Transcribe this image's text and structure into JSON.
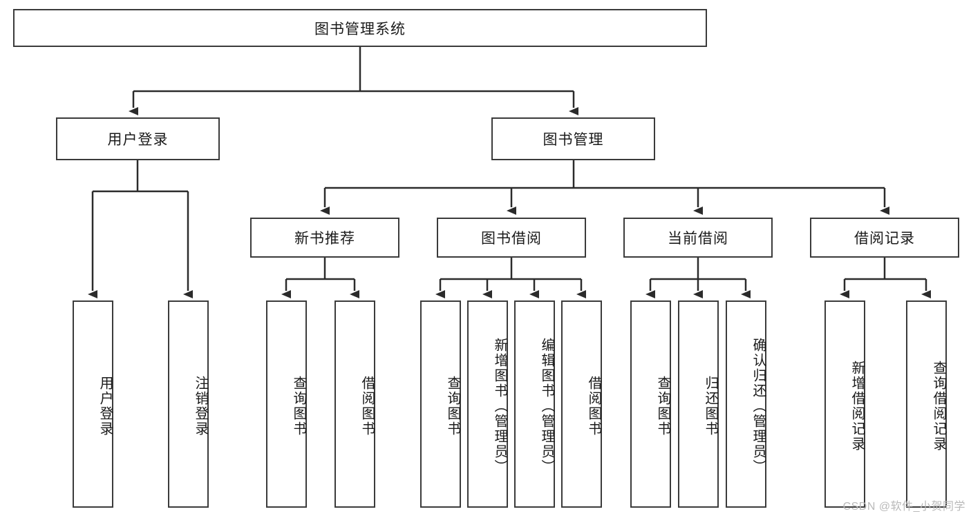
{
  "diagram": {
    "type": "tree-hierarchy",
    "title": "图书管理系统",
    "root": {
      "label": "图书管理系统"
    },
    "level2": [
      {
        "label": "用户登录"
      },
      {
        "label": "图书管理"
      }
    ],
    "level3": [
      {
        "label": "新书推荐"
      },
      {
        "label": "图书借阅"
      },
      {
        "label": "当前借阅"
      },
      {
        "label": "借阅记录"
      }
    ],
    "leaves": {
      "user_login": [
        {
          "label": "用户登录"
        },
        {
          "label": "注销登录"
        }
      ],
      "new_book_recommend": [
        {
          "label": "查询图书"
        },
        {
          "label": "借阅图书"
        }
      ],
      "book_borrow": [
        {
          "label": "查询图书"
        },
        {
          "label": "新增图书（管理员）"
        },
        {
          "label": "编辑图书（管理员）"
        },
        {
          "label": "借阅图书"
        }
      ],
      "current_borrow": [
        {
          "label": "查询图书"
        },
        {
          "label": "归还图书"
        },
        {
          "label": "确认归还（管理员）"
        }
      ],
      "borrow_record": [
        {
          "label": "新增借阅记录"
        },
        {
          "label": "查询借阅记录"
        }
      ]
    }
  },
  "watermark": {
    "text": "CSDN @软件_小贺同学"
  },
  "colors": {
    "box_border": "#3a3a3a",
    "edge": "#2b2b2b",
    "text": "#1a1a1a",
    "background": "#ffffff",
    "watermark": "#b9b9b9"
  }
}
